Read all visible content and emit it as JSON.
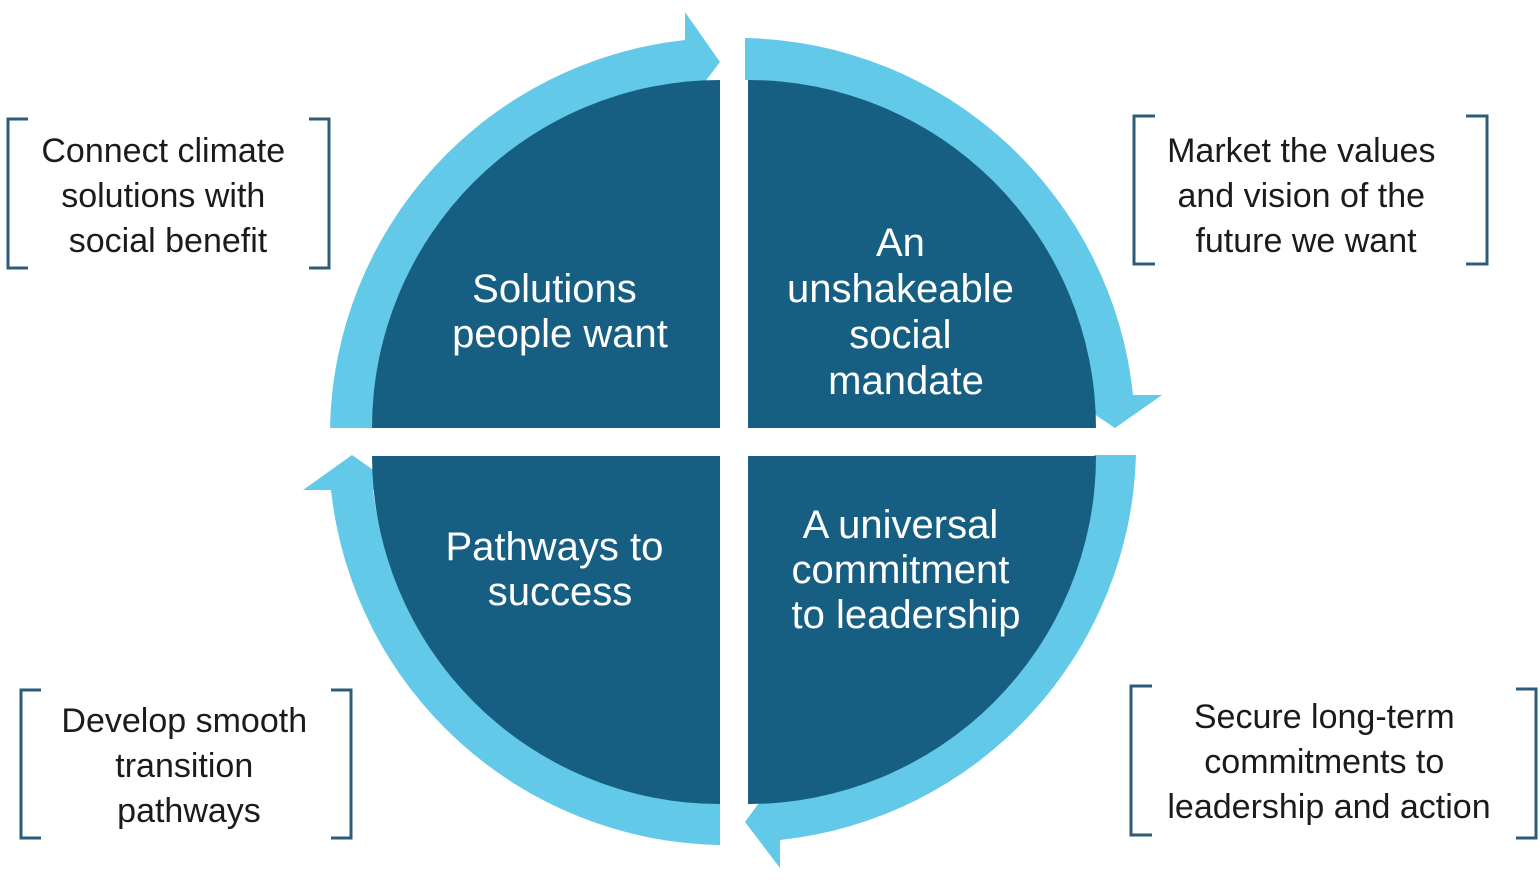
{
  "colors": {
    "quadrant_fill": "#175f82",
    "arrow_fill": "#62c9e9",
    "bracket_stroke": "#2e5c78",
    "quadrant_text": "#ffffff",
    "note_text": "#1b1b1b"
  },
  "quadrants": {
    "top_left": {
      "lines": [
        "Solutions",
        "people want"
      ]
    },
    "top_right": {
      "lines": [
        "An",
        "unshakeable",
        "social",
        "mandate"
      ]
    },
    "bottom_right": {
      "lines": [
        "A universal",
        "commitment",
        "to leadership"
      ]
    },
    "bottom_left": {
      "lines": [
        "Pathways to",
        "success"
      ]
    }
  },
  "notes": {
    "top_left": {
      "lines": [
        "Connect climate",
        "solutions with",
        "social  benefit"
      ]
    },
    "top_right": {
      "lines": [
        "Market the values",
        "and vision of the",
        "future we want"
      ]
    },
    "bottom_right": {
      "lines": [
        "Secure long-term",
        "commitments to",
        "leadership and action"
      ]
    },
    "bottom_left": {
      "lines": [
        "Develop smooth",
        "transition",
        "pathways"
      ]
    }
  },
  "cycle_direction": "clockwise"
}
